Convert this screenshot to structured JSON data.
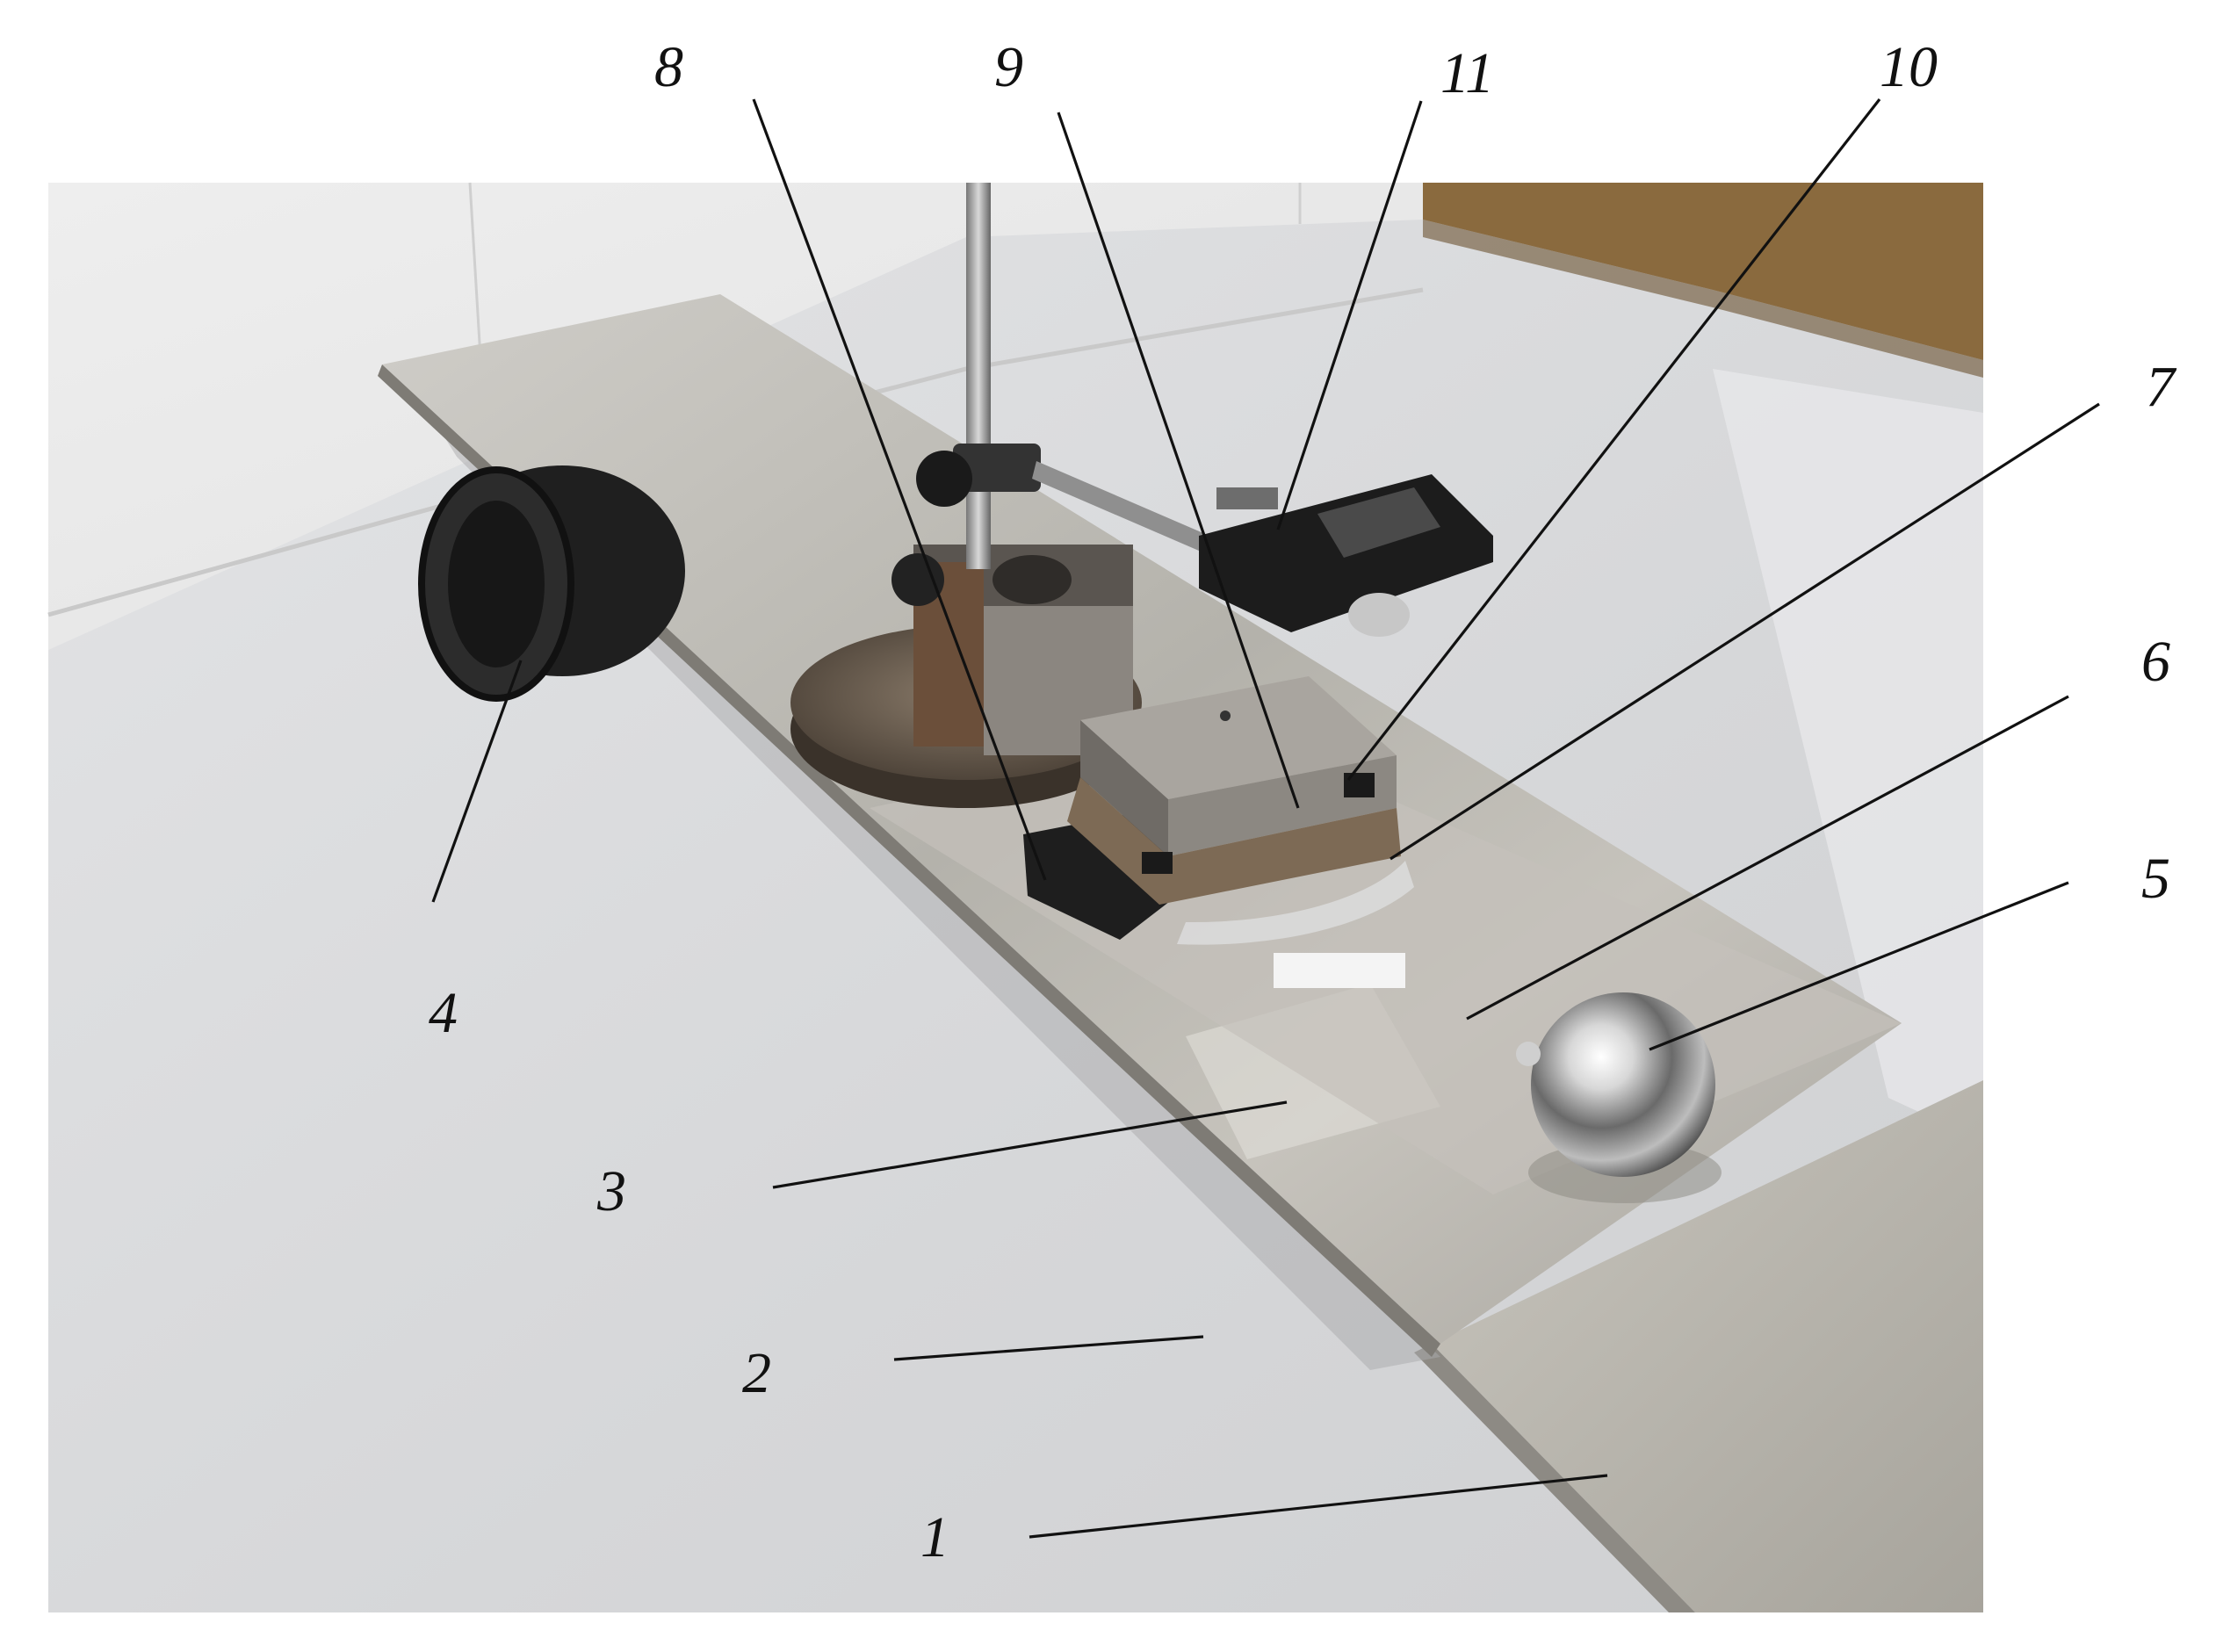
{
  "figure": {
    "callouts": [
      {
        "id": "c1",
        "text": "1"
      },
      {
        "id": "c2",
        "text": "2"
      },
      {
        "id": "c3",
        "text": "3"
      },
      {
        "id": "c4",
        "text": "4"
      },
      {
        "id": "c5",
        "text": "5"
      },
      {
        "id": "c6",
        "text": "6"
      },
      {
        "id": "c7",
        "text": "7"
      },
      {
        "id": "c8",
        "text": "8"
      },
      {
        "id": "c9",
        "text": "9"
      },
      {
        "id": "c10",
        "text": "10"
      },
      {
        "id": "c11",
        "text": "11"
      }
    ],
    "colors": {
      "background": "#ffffff",
      "wall": "#e6e6e6",
      "floor": "#d9dadb",
      "aluminium": "#b9b7b1",
      "black_part": "#1e1e1e",
      "steel_block": "#9a9690",
      "wood_door": "#8a6a3e"
    }
  }
}
